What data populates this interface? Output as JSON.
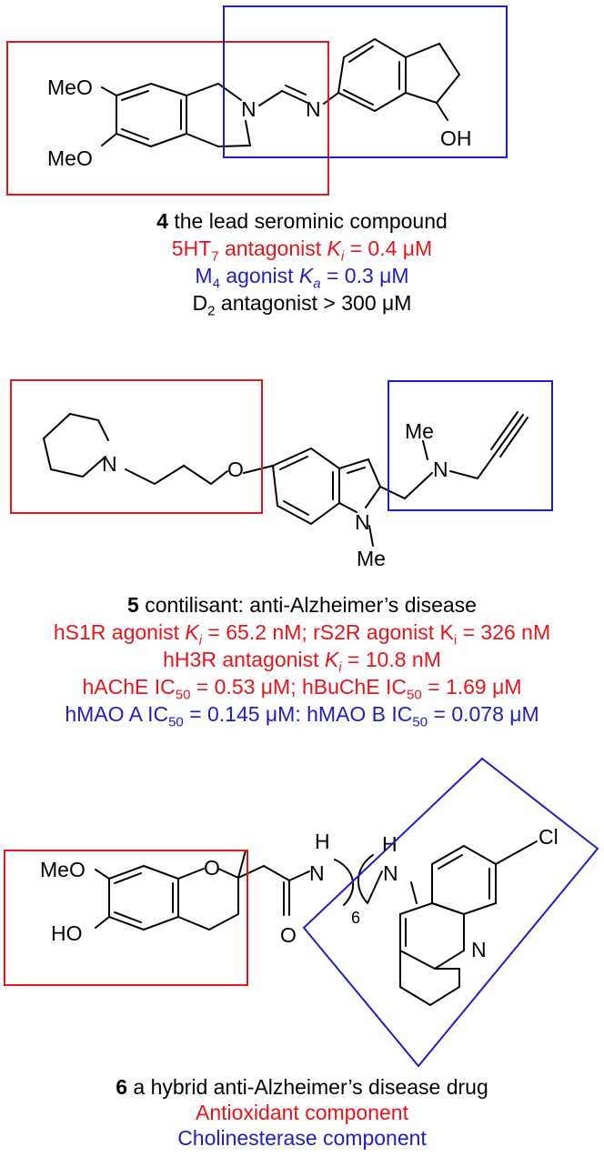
{
  "colors": {
    "red": "#e8141b",
    "blue": "#1e1ec8",
    "ink": "#000000"
  },
  "atoms": {
    "meo": "MeO",
    "n": "N",
    "oh": "OH",
    "o": "O",
    "me": "Me",
    "h": "H",
    "ho": "HO",
    "cl": "Cl",
    "six": "6"
  },
  "compound4": {
    "num": "4",
    "name": " the lead serominic compound",
    "l1_pre": "5HT",
    "l1_sub": "7",
    "l1_mid": " antagonist ",
    "l1_k": "K",
    "l1_ksub": "i",
    "l1_val": " = 0.4 μM",
    "l2_pre": "M",
    "l2_sub": "4",
    "l2_mid": " agonist ",
    "l2_k": "K",
    "l2_ksub": "a",
    "l2_val": " = 0.3 μM",
    "l3_pre": "D",
    "l3_sub": "2",
    "l3_val": " antagonist > 300 μM"
  },
  "compound5": {
    "num": "5",
    "name": " contilisant: anti-Alzheimer’s disease",
    "l1_a": "hS1R agonist ",
    "l1_k": "K",
    "l1_ksub": "i",
    "l1_b": " = 65.2 nM; rS2R agonist K",
    "l1_ksub2": "i",
    "l1_c": " = 326 nM",
    "l2_a": "hH3R antagonist ",
    "l2_k": "K",
    "l2_ksub": "i",
    "l2_b": "  = 10.8 nM",
    "l3_a": "hAChE IC",
    "l3_sub": "50",
    "l3_b": " = 0.53 μM; hBuChE IC",
    "l3_sub2": "50",
    "l3_c": " = 1.69 μM",
    "l4_a": "hMAO A IC",
    "l4_sub": "50",
    "l4_b": " = 0.145 μM: hMAO B IC",
    "l4_sub2": "50",
    "l4_c": " = 0.078 μM"
  },
  "compound6": {
    "num": "6",
    "name": " a hybrid anti-Alzheimer’s disease drug",
    "l1": "Antioxidant component",
    "l2": "Cholinesterase component"
  }
}
